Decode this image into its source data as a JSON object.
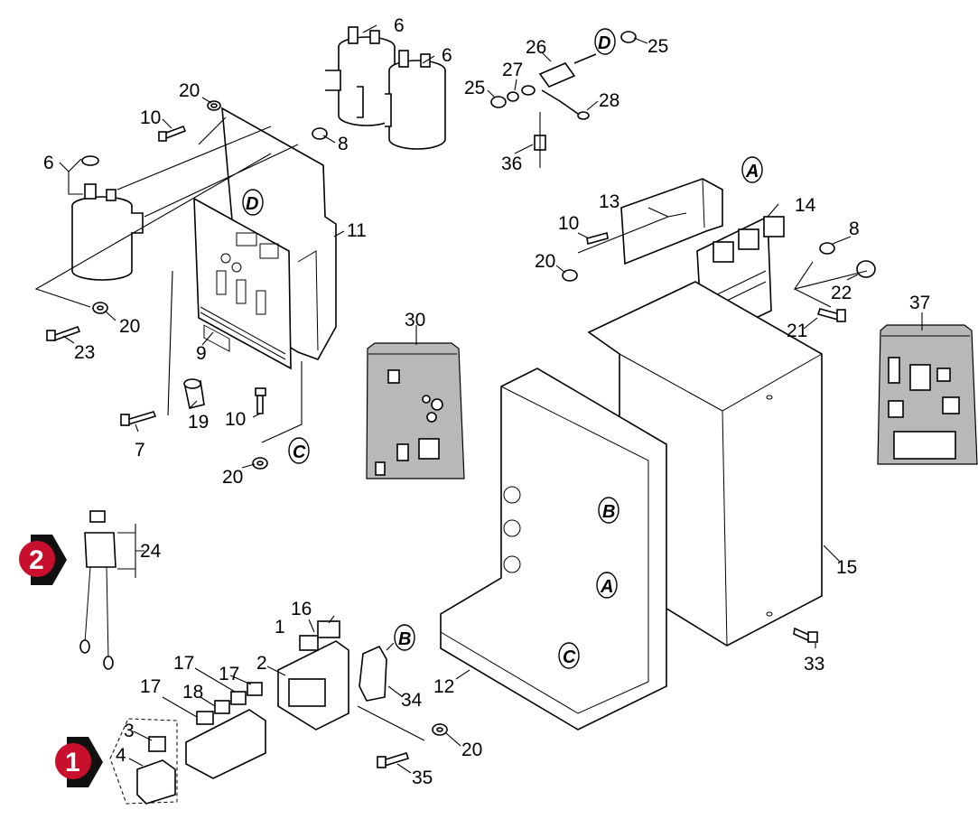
{
  "callouts": {
    "c1": "1",
    "c2": "2",
    "c3": "3",
    "c4": "4",
    "c6a": "6",
    "c6b": "6",
    "c6c": "6",
    "c7": "7",
    "c8a": "8",
    "c8b": "8",
    "c9": "9",
    "c10a": "10",
    "c10b": "10",
    "c10c": "10",
    "c11": "11",
    "c12": "12",
    "c13": "13",
    "c14": "14",
    "c15": "15",
    "c16": "16",
    "c17a": "17",
    "c17b": "17",
    "c17c": "17",
    "c18": "18",
    "c19": "19",
    "c20a": "20",
    "c20b": "20",
    "c20c": "20",
    "c20d": "20",
    "c20e": "20",
    "c21": "21",
    "c22": "22",
    "c23": "23",
    "c24": "24",
    "c25a": "25",
    "c25b": "25",
    "c26": "26",
    "c27": "27",
    "c28": "28",
    "c30": "30",
    "c33": "33",
    "c34": "34",
    "c35": "35",
    "c36": "36",
    "c37": "37"
  },
  "refs": {
    "A1": "A",
    "A2": "A",
    "B1": "B",
    "B2": "B",
    "C1": "C",
    "C2": "C",
    "D1": "D",
    "D2": "D"
  },
  "steps": {
    "s1": "1",
    "s2": "2"
  },
  "colors": {
    "step_marker": "#c8102e",
    "bag_fill": "#b8b8b8"
  }
}
